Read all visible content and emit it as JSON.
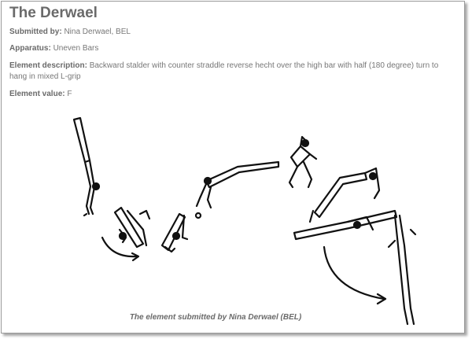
{
  "page": {
    "title": "The Derwael",
    "submitted_by_label": "Submitted by:",
    "submitted_by_value": "Nina Derwael, BEL",
    "apparatus_label": "Apparatus:",
    "apparatus_value": "Uneven Bars",
    "description_label": "Element description:",
    "description_value": "Backward stalder with counter straddle reverse hecht over the high bar with half (180 degree) turn to hang in mixed L-grip",
    "value_label": "Element value:",
    "value_value": "F",
    "caption": "The element submitted by Nina Derwael (BEL)"
  },
  "colors": {
    "ink": "#111111",
    "text": "#777777",
    "heading": "#6a6a6a",
    "border": "#9a9a9a"
  }
}
